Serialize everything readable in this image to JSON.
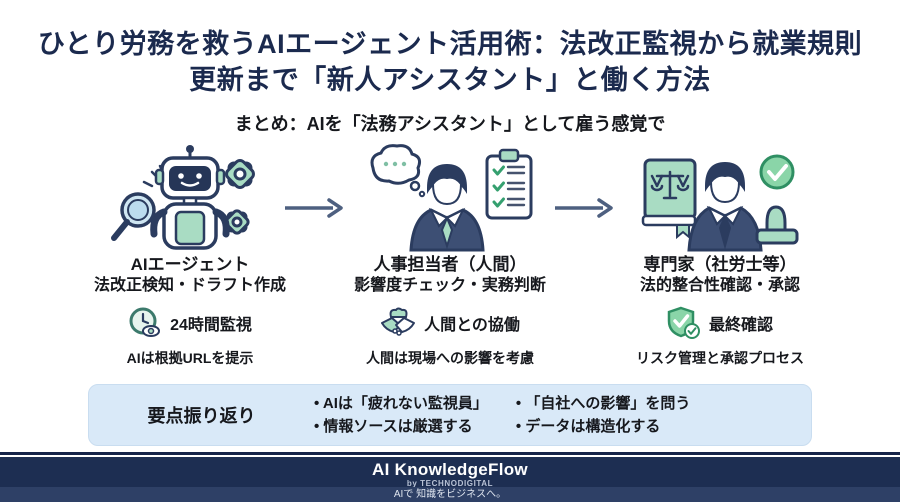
{
  "title": {
    "line1": "ひとり労務を救うAIエージェント活用術：法改正監視から就業規則",
    "line2": "更新まで「新人アシスタント」と働く方法"
  },
  "subtitle": "まとめ：AIを「法務アシスタント」として雇う感覚で",
  "columns": [
    {
      "icon": "ai-robot-illustration",
      "role": "AIエージェント",
      "task": "法改正検知・ドラフト作成",
      "badge": {
        "icon": "clock-monitor-icon",
        "label": "24時間監視"
      },
      "note": "AIは根拠URLを提示"
    },
    {
      "icon": "hr-person-illustration",
      "role": "人事担当者（人間）",
      "task": "影響度チェック・実務判断",
      "badge": {
        "icon": "handshake-icon",
        "label": "人間との協働"
      },
      "note": "人間は現場への影響を考慮"
    },
    {
      "icon": "legal-expert-illustration",
      "role": "専門家（社労士等）",
      "task": "法的整合性確認・承認",
      "badge": {
        "icon": "shield-check-icon",
        "label": "最終確認"
      },
      "note": "リスク管理と承認プロセス"
    }
  ],
  "summary": {
    "label": "要点振り返り",
    "bullets_col1": [
      "AIは「疲れない監視員」",
      "情報ソースは厳選する"
    ],
    "bullets_col2": [
      "「自社への影響」を問う",
      "データは構造化する"
    ]
  },
  "footer": {
    "brand": "AI KnowledgeFlow",
    "byline": "by TECHNODIGITAL",
    "tagline": "AIで 知識をビジネスへ。"
  },
  "colors": {
    "title_navy": "#1b2a4e",
    "mint": "#a9dcc3",
    "outline_navy": "#2b3c5f",
    "green": "#6fc592",
    "arrow": "#4e6080",
    "summary_bg": "#d9e9f8",
    "footer_bg": "#1d2e52",
    "footer_strip": "#2e4066"
  }
}
